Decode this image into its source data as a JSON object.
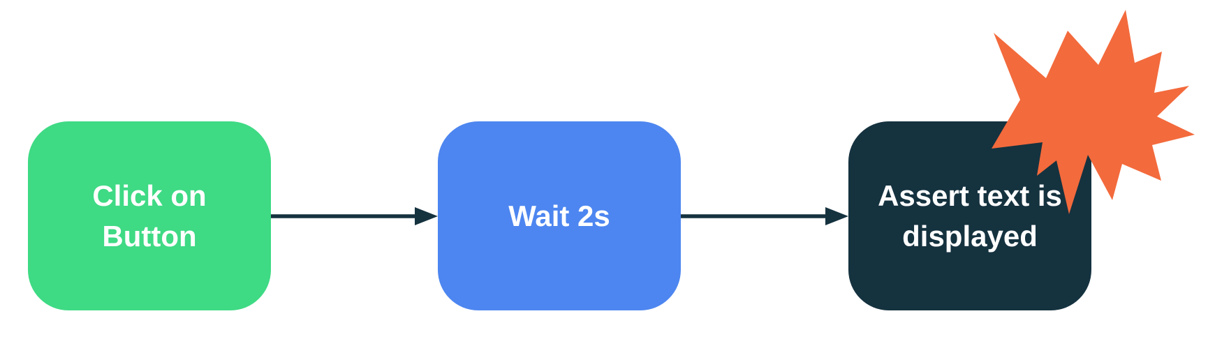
{
  "diagram": {
    "background_color": "#ffffff",
    "arrow_color": "#15323F",
    "text_color": "#ffffff",
    "nodes": [
      {
        "id": "step-1",
        "label": "Click on Button",
        "color": "#3EDA84"
      },
      {
        "id": "step-2",
        "label": "Wait 2s",
        "color": "#4D86F0"
      },
      {
        "id": "step-3",
        "label": "Assert text is displayed",
        "color": "#15323F"
      }
    ],
    "connectors": [
      {
        "from": "step-1",
        "to": "step-2"
      },
      {
        "from": "step-2",
        "to": "step-3"
      }
    ],
    "burst": {
      "name": "explosion-burst",
      "color": "#F36A3C"
    }
  }
}
